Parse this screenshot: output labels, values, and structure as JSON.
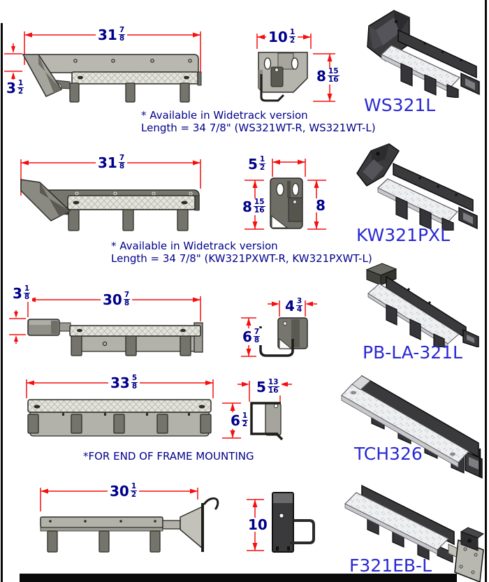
{
  "colors": {
    "dimension_line": "#f50f0f",
    "dimension_text": "#00008b",
    "product_label": "#2929d2",
    "note_text": "#00008b"
  },
  "products": [
    {
      "label": "WS321L",
      "dims": {
        "length": {
          "whole": "31",
          "num": "7",
          "den": "8"
        },
        "bracket_height": {
          "whole": "3",
          "num": "1",
          "den": "2"
        },
        "end_width": {
          "whole": "10",
          "num": "1",
          "den": "2"
        },
        "end_height": {
          "whole": "8",
          "num": "15",
          "den": "16"
        }
      },
      "note_line1": "* Available in Widetrack version",
      "note_line2": "Length = 34 7/8\"  (WS321WT-R, WS321WT-L)"
    },
    {
      "label": "KW321PXL",
      "dims": {
        "length": {
          "whole": "31",
          "num": "7",
          "den": "8"
        },
        "end_width": {
          "whole": "5",
          "num": "1",
          "den": "2"
        },
        "end_height_left": {
          "whole": "8",
          "num": "15",
          "den": "16"
        },
        "end_height_right": {
          "whole": "8"
        }
      },
      "note_line1": "* Available in Widetrack version",
      "note_line2": "Length = 34 7/8\"  (KW321PXWT-R, KW321PXWT-L)"
    },
    {
      "label": "PB-LA-321L",
      "dims": {
        "bracket_height": {
          "whole": "3",
          "num": "1",
          "den": "8"
        },
        "length": {
          "whole": "30",
          "num": "7",
          "den": "8"
        },
        "end_width": {
          "whole": "4",
          "num": "3",
          "den": "4"
        },
        "end_height": {
          "whole": "6",
          "num": "7",
          "den": "8"
        }
      }
    },
    {
      "label": "TCH326",
      "dims": {
        "length": {
          "whole": "33",
          "num": "5",
          "den": "8"
        },
        "side_height": {
          "whole": "6",
          "num": "1",
          "den": "2"
        },
        "end_width": {
          "whole": "5",
          "num": "13",
          "den": "16"
        }
      },
      "note_line1": "*FOR END OF FRAME MOUNTING"
    },
    {
      "label": "F321EB-L",
      "dims": {
        "length": {
          "whole": "30",
          "num": "1",
          "den": "2"
        },
        "end_height": {
          "whole": "10"
        }
      }
    }
  ]
}
